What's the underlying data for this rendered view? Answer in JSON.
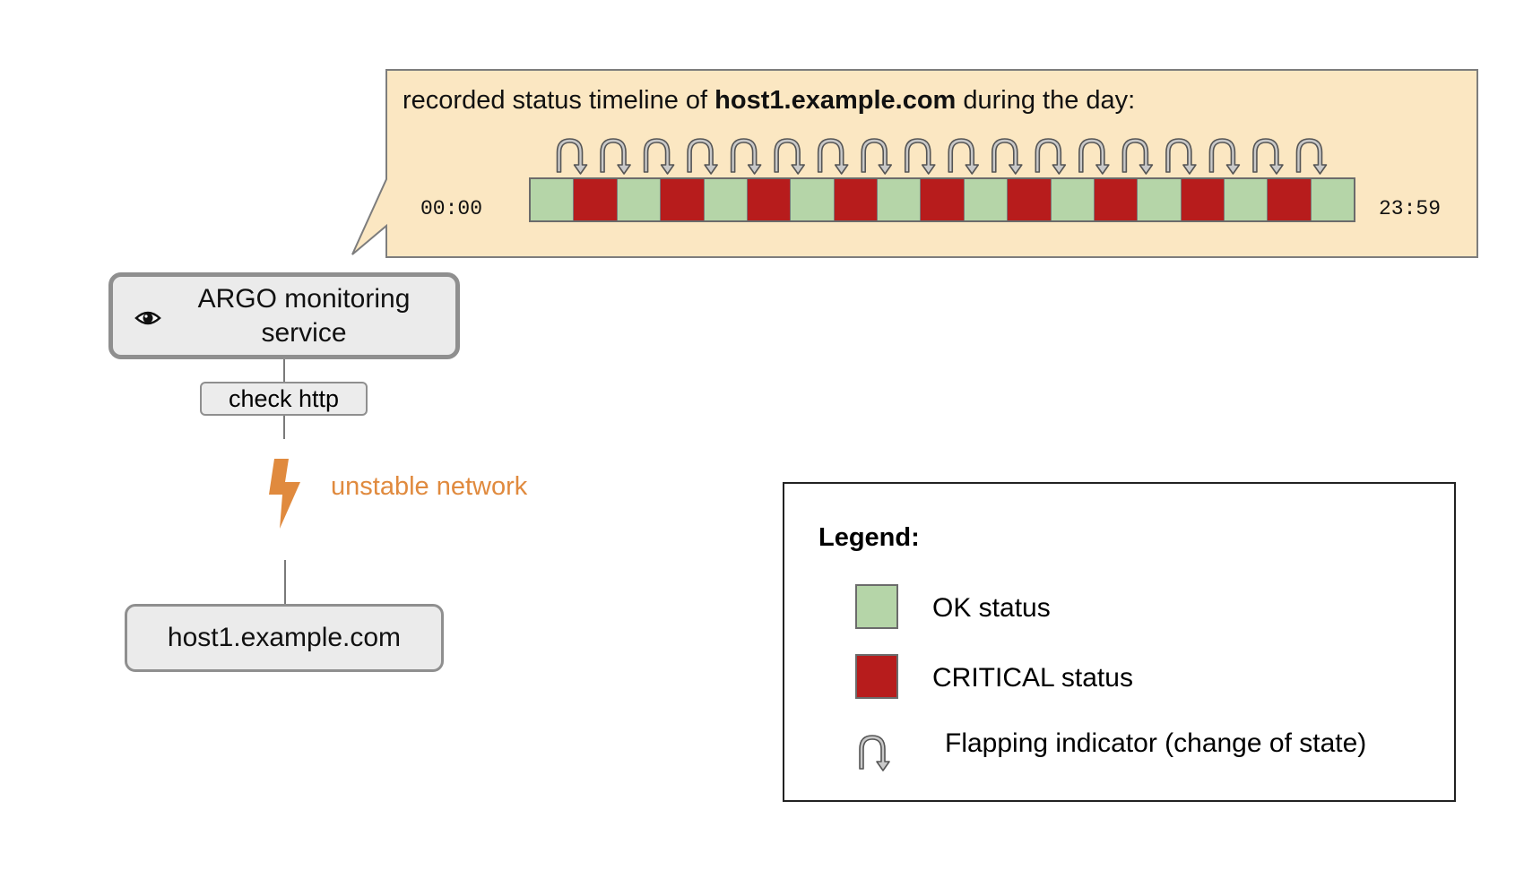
{
  "bubble": {
    "title_prefix": "recorded status timeline of ",
    "title_host": "host1.example.com",
    "title_suffix": " during the day:",
    "start_time": "00:00",
    "end_time": "23:59",
    "background_color": "#fbe7c2",
    "border_color": "#7d7d7d"
  },
  "timeline": {
    "statuses": [
      "OK",
      "CRITICAL",
      "OK",
      "CRITICAL",
      "OK",
      "CRITICAL",
      "OK",
      "CRITICAL",
      "OK",
      "CRITICAL",
      "OK",
      "CRITICAL",
      "OK",
      "CRITICAL",
      "OK",
      "CRITICAL",
      "OK",
      "CRITICAL",
      "OK"
    ],
    "flap_count": 18
  },
  "colors": {
    "ok": "#b5d5a8",
    "critical": "#b71c1c",
    "network": "#e08a3e"
  },
  "nodes": {
    "argo_label": "ARGO monitoring service",
    "argo_icon": "eye-icon",
    "check_label": "check http",
    "network_label": "unstable network",
    "network_icon": "lightning-bolt-icon",
    "host_label": "host1.example.com"
  },
  "legend": {
    "title": "Legend:",
    "ok_label": "OK status",
    "critical_label": "CRITICAL status",
    "flap_label": "Flapping indicator (change of state)",
    "flap_icon": "flap-arrow-icon"
  }
}
